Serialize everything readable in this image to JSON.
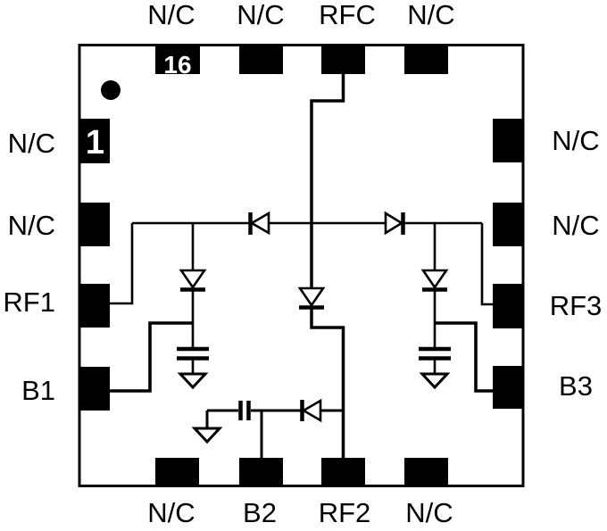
{
  "diagram": {
    "type": "ic-package-pinout-schematic",
    "pin_count": 16
  },
  "pins": {
    "top": [
      "N/C",
      "N/C",
      "RFC",
      "N/C"
    ],
    "bottom": [
      "N/C",
      "B2",
      "RF2",
      "N/C"
    ],
    "left": [
      "N/C",
      "N/C",
      "RF1",
      "B1"
    ],
    "right": [
      "N/C",
      "N/C",
      "RF3",
      "B3"
    ]
  },
  "pin_numbers": {
    "first": "1",
    "last": "16"
  },
  "colors": {
    "ink": "#000000",
    "background": "#ffffff",
    "pad_fill": "#000000",
    "pin_number_text": "#ffffff"
  }
}
